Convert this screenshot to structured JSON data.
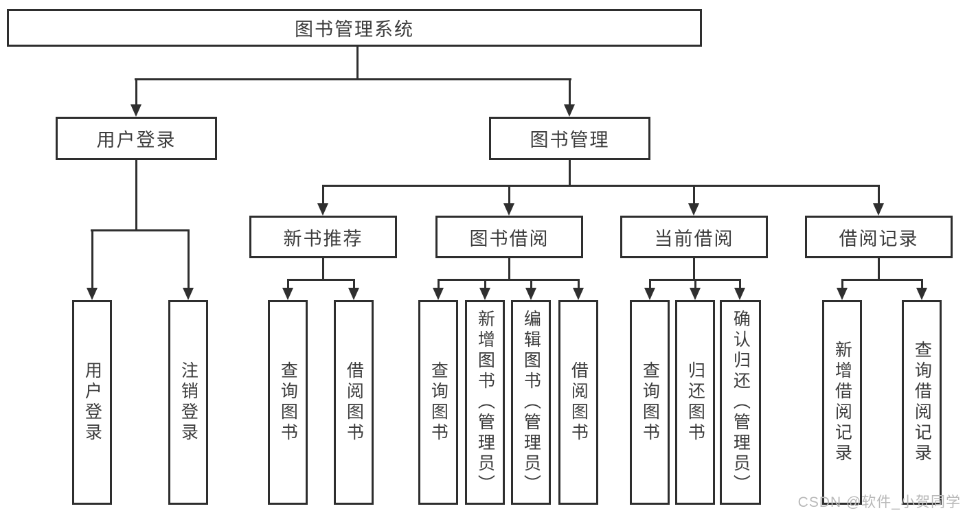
{
  "tree": {
    "root": {
      "label": "图书管理系统"
    },
    "branches": [
      {
        "label": "用户登录",
        "children": [
          {
            "label": "用户登录"
          },
          {
            "label": "注销登录"
          }
        ]
      },
      {
        "label": "图书管理",
        "children": [
          {
            "label": "新书推荐",
            "children": [
              {
                "label": "查询图书"
              },
              {
                "label": "借阅图书"
              }
            ]
          },
          {
            "label": "图书借阅",
            "children": [
              {
                "label": "查询图书"
              },
              {
                "label": "新增图书（管理员）"
              },
              {
                "label": "编辑图书（管理员）"
              },
              {
                "label": "借阅图书"
              }
            ]
          },
          {
            "label": "当前借阅",
            "children": [
              {
                "label": "查询图书"
              },
              {
                "label": "归还图书"
              },
              {
                "label": "确认归还（管理员）"
              }
            ]
          },
          {
            "label": "借阅记录",
            "children": [
              {
                "label": "新增借阅记录"
              },
              {
                "label": "查询借阅记录"
              }
            ]
          }
        ]
      }
    ]
  },
  "watermark": {
    "text": "CSDN @软件_小贺同学"
  },
  "colors": {
    "line": "#2f2f2f",
    "border": "#2e2e2e",
    "text": "#3c3c3c",
    "watermark": "#b9b9b9",
    "background": "#ffffff"
  }
}
